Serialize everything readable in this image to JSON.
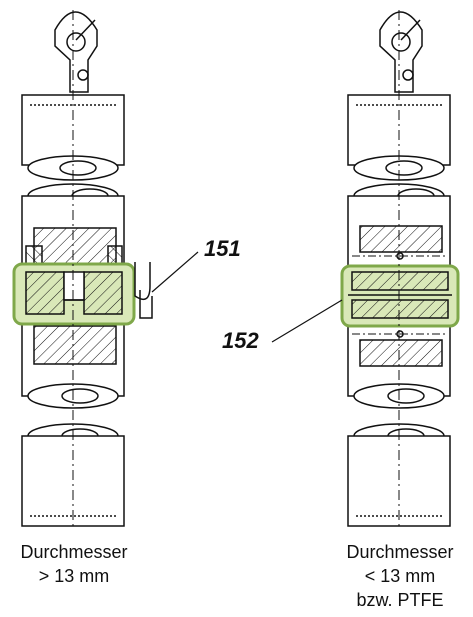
{
  "callouts": {
    "left": "151",
    "right": "152"
  },
  "captions": {
    "left": [
      "Durchmesser",
      "> 13 mm"
    ],
    "right": [
      "Durchmesser",
      "< 13 mm",
      "bzw. PTFE"
    ]
  },
  "colors": {
    "line": "#111111",
    "highlight_stroke": "#7fa84a",
    "highlight_fill": "#d9e8b8"
  }
}
